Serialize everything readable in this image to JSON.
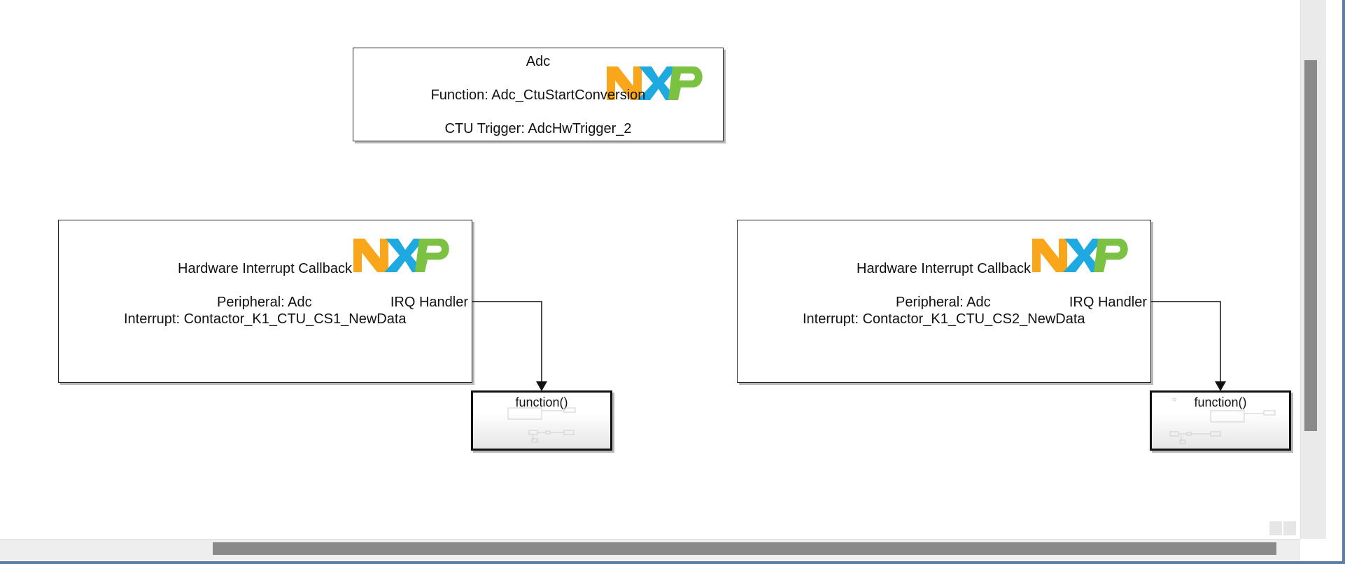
{
  "adc_block": {
    "title": "Adc",
    "function_line": "Function: Adc_CtuStartConversion",
    "trigger_line": "CTU Trigger: AdcHwTrigger_2"
  },
  "callback_blocks": [
    {
      "title": "Hardware Interrupt Callback",
      "peripheral": "Peripheral: Adc",
      "interrupt": "Interrupt: Contactor_K1_CTU_CS1_NewData",
      "port": "IRQ Handler"
    },
    {
      "title": "Hardware Interrupt Callback",
      "peripheral": "Peripheral: Adc",
      "interrupt": "Interrupt: Contactor_K1_CTU_CS2_NewData",
      "port": "IRQ Handler"
    }
  ],
  "function_blocks": [
    {
      "label": "function()"
    },
    {
      "label": "function()"
    }
  ],
  "logo": {
    "name": "nxp-logo",
    "letters": "NXP",
    "colors": {
      "n": "#f9a61a",
      "x": "#1fa9e1",
      "p": "#7bc142"
    }
  },
  "colors": {
    "line": "#111111",
    "shadow": "#b8b8b8",
    "scroll_thumb": "#8a8a8a",
    "frame": "#5b7fa6"
  }
}
